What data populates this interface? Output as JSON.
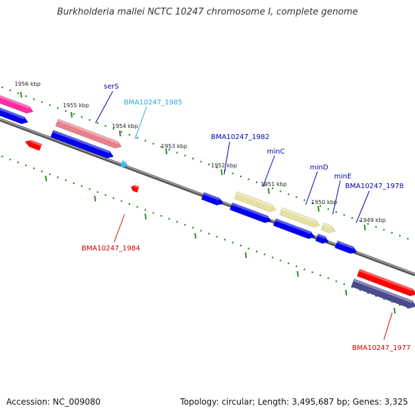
{
  "title": "Burkholderia mallei NCTC 10247 chromosome I, complete genome",
  "footer": {
    "accession": "Accession: NC_009080",
    "topology": "Topology: circular",
    "length": "Length: 3,495,687 bp",
    "genes": "Genes: 3,325"
  },
  "colors": {
    "backbone": "#777777",
    "ticks": "#228b22",
    "blue_gene": "#0000ee",
    "red_gene": "#ff0000",
    "pink_gene": "#e8808a",
    "magenta_gene": "#ff2aa0",
    "yellow_gene": "#e8e0a0",
    "navy_gene": "#4a4a90",
    "cyan_gene": "#33bbee",
    "label_blue": "#0000aa",
    "label_red": "#cc0000",
    "label_cyan": "#22aadd"
  },
  "kbp_labels": [
    "1956 kbp",
    "1955 kbp",
    "1954 kbp",
    "1953 kbp",
    "1952 kbp",
    "1951 kbp",
    "1950 kbp",
    "1949 kbp"
  ],
  "gene_labels": [
    {
      "name": "serS",
      "color": "label_blue"
    },
    {
      "name": "BMA10247_1985",
      "color": "label_cyan"
    },
    {
      "name": "BMA10247_1982",
      "color": "label_blue"
    },
    {
      "name": "minC",
      "color": "label_blue"
    },
    {
      "name": "minD",
      "color": "label_blue"
    },
    {
      "name": "minE",
      "color": "label_blue"
    },
    {
      "name": "BMA10247_1978",
      "color": "label_blue"
    },
    {
      "name": "BMA10247_1984",
      "color": "label_red"
    },
    {
      "name": "BMA10247_1977",
      "color": "label_red"
    }
  ]
}
